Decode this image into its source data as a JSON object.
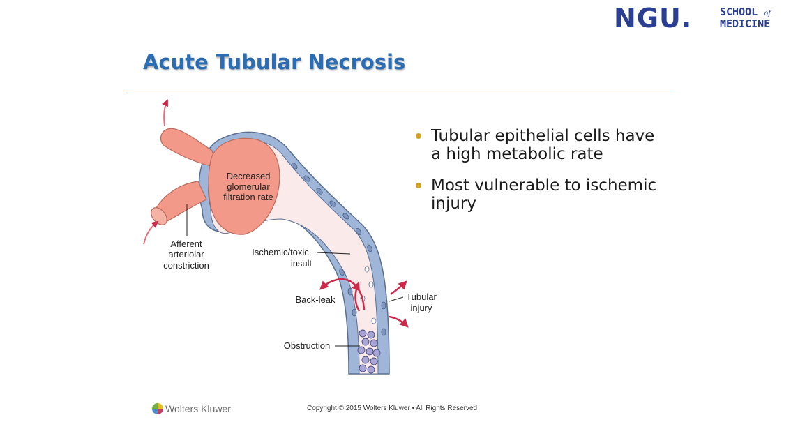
{
  "logo": {
    "primary": "NGU.",
    "line1": "SCHOOL",
    "line1_suffix": "of",
    "line2": "MEDICINE"
  },
  "slide": {
    "title": "Acute Tubular Necrosis",
    "bullets": [
      "Tubular epithelial cells have a high metabolic rate",
      "Most vulnerable to ischemic injury"
    ]
  },
  "diagram": {
    "labels": {
      "gfr_1": "Decreased",
      "gfr_2": "glomerular",
      "gfr_3": "filtration rate",
      "afferent_1": "Afferent",
      "afferent_2": "arteriolar",
      "afferent_3": "constriction",
      "ischemic_1": "Ischemic/toxic",
      "ischemic_2": "insult",
      "backleak": "Back-leak",
      "tubular_1": "Tubular",
      "tubular_2": "injury",
      "obstruction": "Obstruction"
    },
    "colors": {
      "vessel": "#f2998a",
      "cell": "#9fb6d9",
      "cell_border": "#5a6f90",
      "lumen": "#fbeaea",
      "arrow": "#cc2a4a",
      "label": "#222222"
    }
  },
  "footer": {
    "brand": "Wolters Kluwer",
    "copyright": "Copyright © 2015 Wolters Kluwer • All Rights Reserved"
  }
}
